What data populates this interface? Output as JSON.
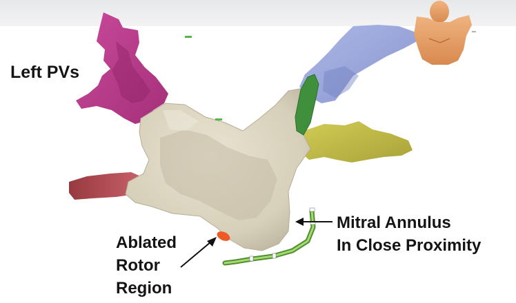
{
  "labels": {
    "left_pvs": "Left PVs",
    "mitral_annulus": [
      "Mitral Annulus",
      "In Close Proximity"
    ],
    "ablated_rotor": [
      "Ablated",
      "Rotor",
      "Region"
    ]
  },
  "colors": {
    "left_atrium": "#dcd5c1",
    "left_pv_upper": "#bf3f91",
    "left_pv_lower": "#a9474b",
    "right_pv_upper": "#9ea9da",
    "right_pv_lower": "#c7c147",
    "catheter": "#6aae3a",
    "coronary_sinus": "#3f8f3c",
    "ablated_rotor_region": "#ee5a26",
    "torso_orientation": "#e6a06a"
  },
  "icons": {
    "orientation": "torso-orientation-icon",
    "arrow": "arrow-icon"
  }
}
